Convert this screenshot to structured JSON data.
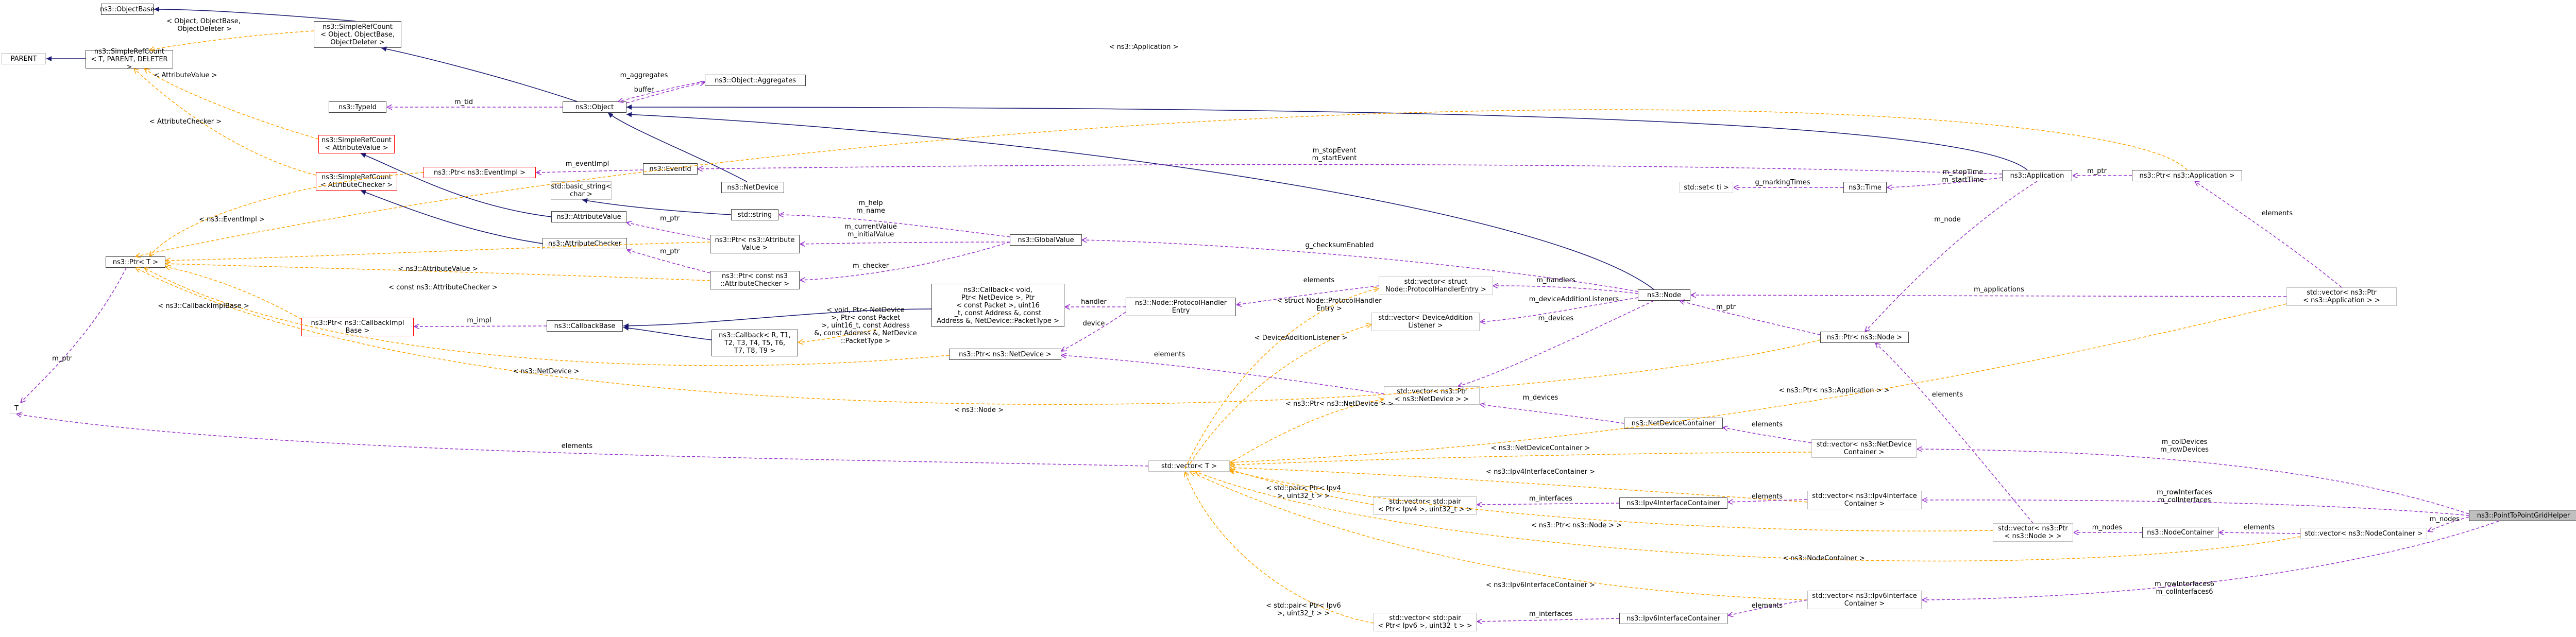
{
  "nodes": {
    "objectbase": "ns3::ObjectBase",
    "srcount_obj": "ns3::SimpleRefCount\n< Object, ObjectBase,\n ObjectDeleter >",
    "parent": "PARENT",
    "srcount_t": "ns3::SimpleRefCount\n< T, PARENT, DELETER >",
    "typeid": "ns3::TypeId",
    "object": "ns3::Object",
    "aggregates": "ns3::Object::Aggregates",
    "srcount_attrvalue": "ns3::SimpleRefCount\n< AttributeValue >",
    "srcount_attrchecker": "ns3::SimpleRefCount\n< AttributeChecker >",
    "ptr_eventimpl": "ns3::Ptr< ns3::EventImpl >",
    "eventid": "ns3::EventId",
    "netdevice": "ns3::NetDevice",
    "basic_string": "std::basic_string<\n char >",
    "std_string": "std::string",
    "attributevalue": "ns3::AttributeValue",
    "attributechecker": "ns3::AttributeChecker",
    "ptr_attrvalue": "ns3::Ptr< ns3::Attribute\nValue >",
    "ptr_attrchecker": "ns3::Ptr< const ns3\n::AttributeChecker >",
    "ptr_t": "ns3::Ptr< T >",
    "t": "T",
    "ptr_callbackimpl": "ns3::Ptr< ns3::CallbackImpl\nBase >",
    "callbackbase": "ns3::CallbackBase",
    "callback_r": "ns3::Callback< R, T1,\n T2, T3, T4, T5, T6,\n T7, T8, T9 >",
    "callback_void": "ns3::Callback< void,\n Ptr< NetDevice >, Ptr\n< const Packet >, uint16\n_t, const Address &, const\n Address &, NetDevice::PacketType >",
    "globalvalue": "ns3::GlobalValue",
    "ptr_netdevice": "ns3::Ptr< ns3::NetDevice >",
    "protocolhandler": "ns3::Node::ProtocolHandler\nEntry",
    "vec_protocolhandler": "std::vector< struct\n Node::ProtocolHandlerEntry >",
    "vec_deviceaddition": "std::vector< DeviceAddition\nListener >",
    "node": "ns3::Node",
    "vec_ptr_netdevice": "std::vector< ns3::Ptr\n< ns3::NetDevice > >",
    "vec_t": "std::vector< T >",
    "vec_pair_ipv4": "std::vector< std::pair\n< Ptr< Ipv4 >, uint32_t > >",
    "vec_pair_ipv6": "std::vector< std::pair\n< Ptr< Ipv6 >, uint32_t > >",
    "netdevicecontainer": "ns3::NetDeviceContainer",
    "ipv4ifcontainer": "ns3::Ipv4InterfaceContainer",
    "ipv6ifcontainer": "ns3::Ipv6InterfaceContainer",
    "vec_netdevicecontainer": "std::vector< ns3::NetDevice\nContainer >",
    "vec_ipv4ifcontainer": "std::vector< ns3::Ipv4Interface\nContainer >",
    "vec_ipv6ifcontainer": "std::vector< ns3::Ipv6Interface\nContainer >",
    "ptr_node": "ns3::Ptr< ns3::Node >",
    "vec_ptr_node": "std::vector< ns3::Ptr\n< ns3::Node > >",
    "nodecontainer": "ns3::NodeContainer",
    "vec_nodecontainer": "std::vector< ns3::NodeContainer >",
    "pointtopointgrid": "ns3::PointToPointGridHelper",
    "application": "ns3::Application",
    "ptr_application": "ns3::Ptr< ns3::Application >",
    "vec_ptr_application": "std::vector< ns3::Ptr\n< ns3::Application > >",
    "time": "ns3::Time",
    "set_t": "std::set< ti >"
  },
  "edge_labels": {
    "obj_objdeleter": "< Object, ObjectBase,\n ObjectDeleter >",
    "attributevalue_tpl": "< AttributeValue >",
    "attributechecker_tpl": "< AttributeChecker >",
    "m_tid": "m_tid",
    "aggregates": "m_aggregates",
    "buffer": "buffer",
    "application_tpl": "< ns3::Application >",
    "m_eventimpl": "m_eventImpl",
    "m_stopevent": "m_stopEvent\nm_startEvent",
    "m_ptr_app": "m_ptr",
    "m_help": "m_help\nm_name",
    "m_ptr_attrvalue": "m_ptr",
    "m_currentvalue": "m_currentValue\nm_initialValue",
    "m_ptr_attrchecker": "m_ptr",
    "m_checker": "m_checker",
    "eventimpl_tpl": "< ns3::EventImpl >",
    "attributevalue_ptr": "< ns3::AttributeValue >",
    "const_attrchecker": "< const ns3::AttributeChecker >",
    "callbackimplbase": "< ns3::CallbackImplBase >",
    "m_impl": "m_impl",
    "callback_void_tpl": "< void, Ptr< NetDevice\n>, Ptr< const Packet\n>, uint16_t, const Address\n&, const Address &, NetDevice\n::PacketType >",
    "m_ptr_t": "m_ptr",
    "handler": "handler",
    "device": "device",
    "netdevice_ptr": "< ns3::NetDevice >",
    "elements_protocol": "elements",
    "struct_protocol": "< struct Node::ProtocolHandler\nEntry >",
    "m_handlers": "m_handlers",
    "m_deviceaddition": "m_deviceAdditionListeners",
    "m_devices_node": "m_devices",
    "m_checksum": "g_checksumEnabled",
    "m_applications": "m_applications",
    "m_ptr_node": "m_ptr",
    "m_node": "m_node",
    "m_stoptime": "m_stopTime\nm_startTime",
    "g_markingtimes": "g_markingTimes",
    "elements_app": "elements",
    "elements_ptr_node": "elements",
    "deviceaddition_tpl": "< DeviceAdditionListener >",
    "elements_netdevice": "elements",
    "node_tpl": "< ns3::Node >",
    "ptr_app_tpl": "< ns3::Ptr< ns3::Application > >",
    "ptr_netdevice_tpl": "< ns3::Ptr< ns3::NetDevice > >",
    "m_devices_ndc": "m_devices",
    "elements_t": "elements",
    "netdevicecontainer_tpl": "< ns3::NetDeviceContainer >",
    "elements_ndc": "elements",
    "ipv4container_tpl": "< ns3::Ipv4InterfaceContainer >",
    "pair_ipv4_tpl": "< std::pair< Ptr< Ipv4\n>, uint32_t > >",
    "m_interfaces4": "m_interfaces",
    "elements_ipv4": "elements",
    "ptr_node_tpl": "< ns3::Ptr< ns3::Node > >",
    "m_nodes_vec": "m_nodes",
    "elements_nc": "elements",
    "nodecontainer_tpl": "< ns3::NodeContainer >",
    "ipv6container_tpl": "< ns3::Ipv6InterfaceContainer >",
    "pair_ipv6_tpl": "< std::pair< Ptr< Ipv6\n>, uint32_t > >",
    "m_interfaces6": "m_interfaces",
    "elements_ipv6": "elements",
    "m_coldevices": "m_colDevices\nm_rowDevices",
    "m_rowinterfaces": "m_rowInterfaces\nm_colInterfaces",
    "m_nodes_helper": "m_nodes",
    "m_rowinterfaces6": "m_rowInterfaces6\nm_colInterfaces6",
    "elements_t_elements": "elements",
    "m_ptr_tptr": "m_ptr",
    "callbackimplbase_tpl": "< ns3::CallbackImplBase >"
  },
  "colors": {
    "inheritance": "#191970",
    "usage": "#9a32cd",
    "template": "#ffa500",
    "node_border": "#404040",
    "gray_border": "#bfbfbf",
    "red_border": "#ff0000",
    "highlight_fill": "#bfbfbf"
  }
}
